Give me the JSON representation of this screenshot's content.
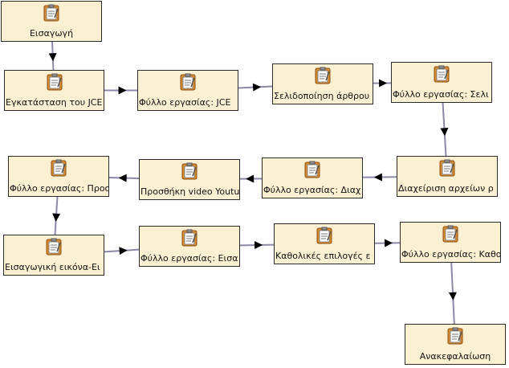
{
  "nodes": [
    {
      "id": "n1",
      "label": "Εισαγωγή"
    },
    {
      "id": "n2",
      "label": "Εγκατάσταση του JCE"
    },
    {
      "id": "n3",
      "label": "Φύλλο εργασίας: JCE"
    },
    {
      "id": "n4",
      "label": "Σελιδοποίηση άρθρου"
    },
    {
      "id": "n5",
      "label": "Φύλλο εργασίας: Σελι"
    },
    {
      "id": "n6",
      "label": "Διαχείριση αρχείων ρ"
    },
    {
      "id": "n7",
      "label": "Φύλλο εργασίας: Διαχ"
    },
    {
      "id": "n8",
      "label": "Προσθήκη video Youtu"
    },
    {
      "id": "n9",
      "label": "Φύλλο εργασίας: Προσ"
    },
    {
      "id": "n10",
      "label": "Εισαγωγική εικόνα-Ει"
    },
    {
      "id": "n11",
      "label": "Φύλλο εργασίας: Εισα"
    },
    {
      "id": "n12",
      "label": "Καθολικές επιλογές ε"
    },
    {
      "id": "n13",
      "label": "Φύλλο εργασίας: Καθο"
    },
    {
      "id": "n14",
      "label": "Ανακεφαλαίωση"
    }
  ],
  "edges": [
    [
      "n1",
      "n2"
    ],
    [
      "n2",
      "n3"
    ],
    [
      "n3",
      "n4"
    ],
    [
      "n4",
      "n5"
    ],
    [
      "n5",
      "n6"
    ],
    [
      "n6",
      "n7"
    ],
    [
      "n7",
      "n8"
    ],
    [
      "n8",
      "n9"
    ],
    [
      "n9",
      "n10"
    ],
    [
      "n10",
      "n11"
    ],
    [
      "n11",
      "n12"
    ],
    [
      "n12",
      "n13"
    ],
    [
      "n13",
      "n14"
    ]
  ],
  "colors": {
    "node_fill": "#fcf0d2",
    "node_border": "#2b2b2b",
    "edge": "#8a8aa8",
    "arrow": "#000000"
  },
  "icon": "document-icon"
}
